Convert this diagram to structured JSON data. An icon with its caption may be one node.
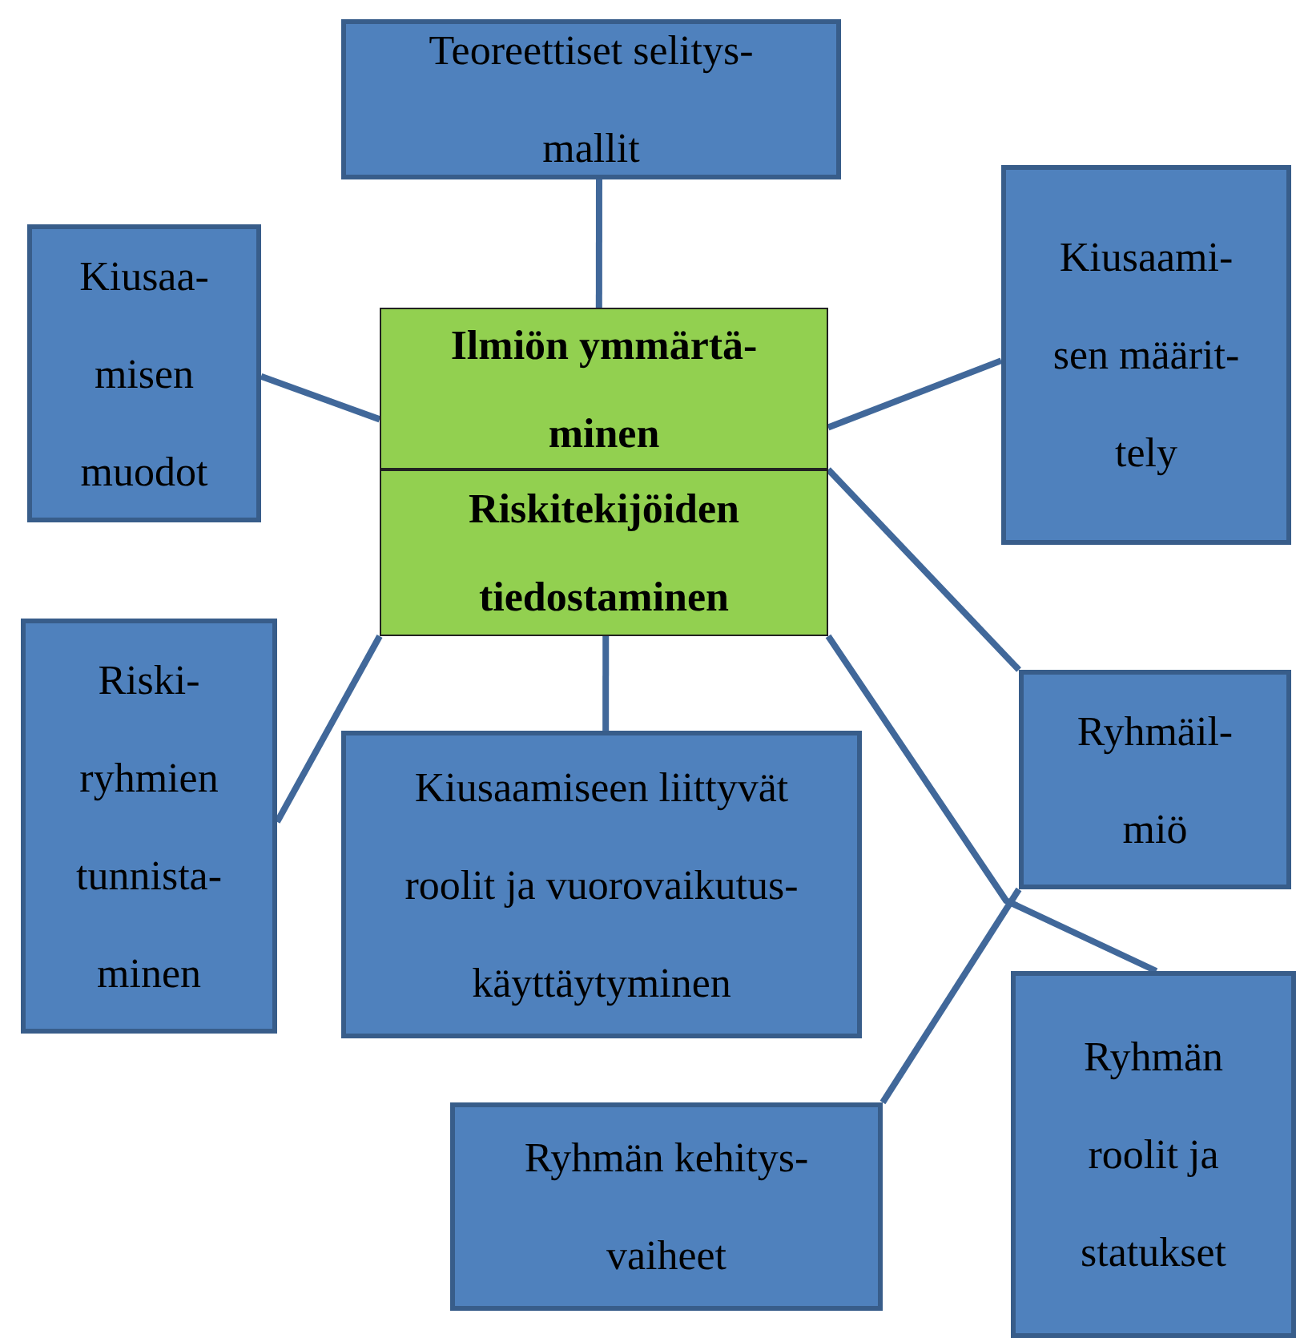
{
  "diagram": {
    "nodes": [
      {
        "text": [
          "Teoreettiset selitys-mallit"
        ]
      },
      {
        "text": [
          "Kiusaa-misen muodot"
        ]
      },
      {
        "text": [
          "Ilmiön ymmärtä-minen"
        ]
      },
      {
        "text": [
          "Riskitekijöiden tiedostaminen"
        ]
      },
      {
        "text": [
          "Kiusaami-sen määrit-tely"
        ]
      },
      {
        "text": [
          "Riski-ryhmien tunnista-minen"
        ]
      },
      {
        "text": [
          "Kiusaamiseen liittyvät roolit ja vuorovaikutus-käyttäytyminen"
        ]
      },
      {
        "text": [
          "Ryhmäil-miö"
        ]
      },
      {
        "text": [
          "Ryhmän kehitys-vaiheet"
        ]
      },
      {
        "text": [
          "Ryhmän roolit ja statukset"
        ]
      }
    ],
    "edges": [
      {
        "from": 0,
        "to": 2,
        "arrow": "none"
      },
      {
        "from": 1,
        "to": 2,
        "arrow": "none"
      },
      {
        "from": 2,
        "to": 4,
        "arrow": "none"
      },
      {
        "from": 3,
        "to": 5,
        "arrow": "none"
      },
      {
        "from": 3,
        "to": 6,
        "arrow": "none"
      },
      {
        "from": 2,
        "to": 7,
        "arrow": "none"
      },
      {
        "from": 3,
        "to": 9,
        "arrow": "none"
      },
      {
        "from": 7,
        "to": 8,
        "arrow": "none"
      }
    ]
  }
}
